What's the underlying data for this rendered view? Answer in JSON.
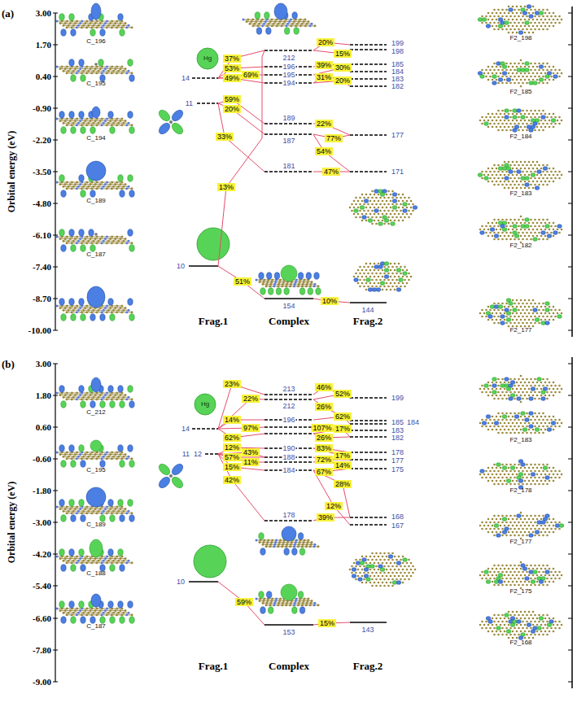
{
  "diagram": {
    "nodes": [
      {
        "text": [
          "20%"
        ]
      },
      {
        "text": [
          "15%"
        ]
      },
      {
        "text": [
          "37%"
        ]
      },
      {
        "text": [
          "53%"
        ]
      },
      {
        "text": [
          "39%"
        ]
      },
      {
        "text": [
          "30%"
        ]
      },
      {
        "text": [
          "69%"
        ]
      },
      {
        "text": [
          "49%"
        ]
      },
      {
        "text": [
          "31%"
        ]
      },
      {
        "text": [
          "20%"
        ]
      },
      {
        "text": [
          "59%"
        ]
      },
      {
        "text": [
          "20%"
        ]
      },
      {
        "text": [
          "22%"
        ]
      },
      {
        "text": [
          "33%"
        ]
      },
      {
        "text": [
          "77%"
        ]
      },
      {
        "text": [
          "54%"
        ]
      },
      {
        "text": [
          "47%"
        ]
      },
      {
        "text": [
          "13%"
        ]
      },
      {
        "text": [
          "51%"
        ]
      },
      {
        "text": [
          "10%"
        ]
      },
      {
        "text": [
          "46%"
        ]
      },
      {
        "text": [
          "23%"
        ]
      },
      {
        "text": [
          "52%"
        ]
      },
      {
        "text": [
          "22%"
        ]
      },
      {
        "text": [
          "26%"
        ]
      },
      {
        "text": [
          "62%"
        ]
      },
      {
        "text": [
          "14%"
        ]
      },
      {
        "text": [
          "97%"
        ]
      },
      {
        "text": [
          "107%"
        ]
      },
      {
        "text": [
          "17%"
        ]
      },
      {
        "text": [
          "62%"
        ]
      },
      {
        "text": [
          "26%"
        ]
      },
      {
        "text": [
          "12%"
        ]
      },
      {
        "text": [
          "83%"
        ]
      },
      {
        "text": [
          "43%"
        ]
      },
      {
        "text": [
          "17%"
        ]
      },
      {
        "text": [
          "57%"
        ]
      },
      {
        "text": [
          "72%"
        ]
      },
      {
        "text": [
          "11%"
        ]
      },
      {
        "text": [
          "14%"
        ]
      },
      {
        "text": [
          "15%"
        ]
      },
      {
        "text": [
          "67%"
        ]
      },
      {
        "text": [
          "42%"
        ]
      },
      {
        "text": [
          "28%"
        ]
      },
      {
        "text": [
          "12%"
        ]
      },
      {
        "text": [
          "39%"
        ]
      },
      {
        "text": [
          "59%"
        ]
      },
      {
        "text": [
          "15%"
        ]
      }
    ],
    "labels": [
      "(a)",
      "Orbital energy (eV)",
      "3.00",
      "1.70",
      "0.40",
      "-0.90",
      "-2.20",
      "-3.50",
      "-4.80",
      "-6.10",
      "-7.40",
      "-8.70",
      "-10.00",
      "C_196",
      "C_195",
      "C_194",
      "C_189",
      "C_187",
      "Hg",
      "14",
      "11",
      "10",
      "212",
      "196",
      "195",
      "194",
      "189",
      "187",
      "181",
      "154",
      "199",
      "198",
      "185",
      "184",
      "183",
      "182",
      "177",
      "171",
      "144",
      "F2_198",
      "F2_185",
      "F2_184",
      "F2_183",
      "F2_182",
      "F2_177",
      "Frag.1",
      "Complex",
      "Frag.2",
      "(b)",
      "Orbital energy (eV)",
      "3.00",
      "1.80",
      "0.60",
      "-0.60",
      "-1.80",
      "-3.00",
      "-4.20",
      "-5.40",
      "-6.60",
      "-7.80",
      "-9.00",
      "C_212",
      "C_195",
      "C_189",
      "C_188",
      "C_187",
      "Hg",
      "14",
      "11",
      "12",
      "10",
      "213",
      "212",
      "196",
      "190",
      "188",
      "184",
      "178",
      "153",
      "199",
      "185",
      "184",
      "183",
      "182",
      "178",
      "177",
      "175",
      "168",
      "167",
      "143",
      "F2_183",
      "F2_178",
      "F2_177",
      "F2_175",
      "F2_168",
      "Frag.1",
      "Complex",
      "Frag.2"
    ]
  }
}
